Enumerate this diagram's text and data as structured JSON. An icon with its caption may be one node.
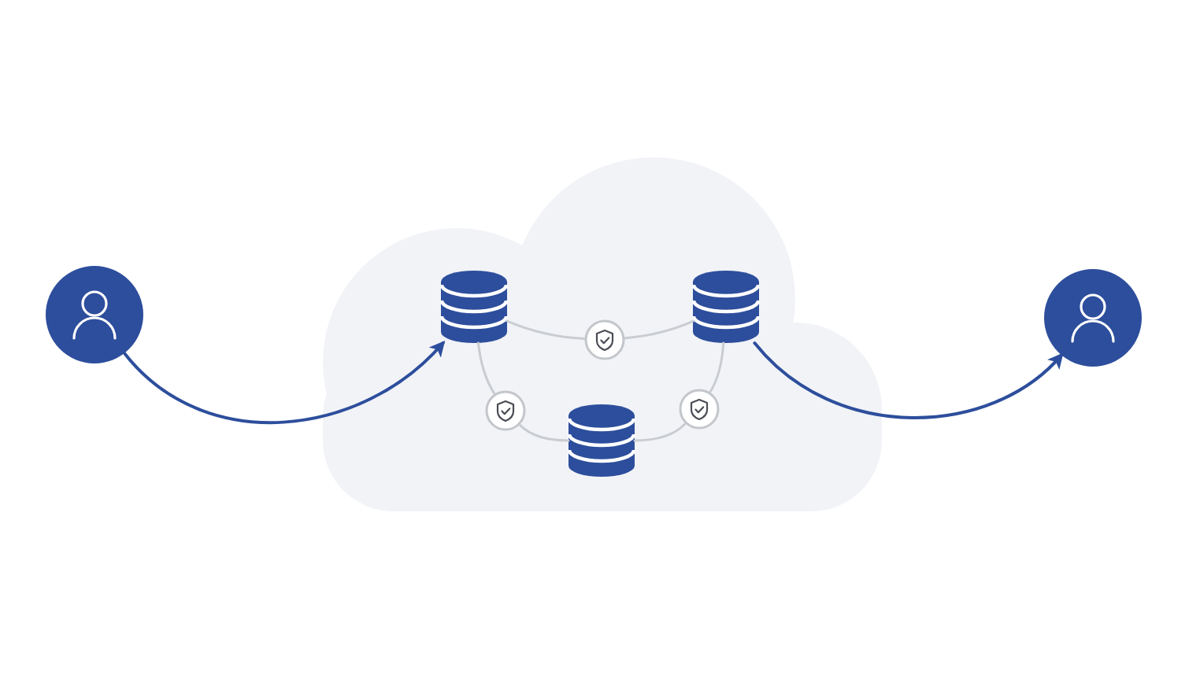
{
  "diagram": {
    "nodes": [
      {
        "text": [],
        "shape": "person"
      },
      {
        "text": [],
        "shape": "cloud"
      },
      {
        "text": [],
        "shape": "cylinder",
        "in": 1
      },
      {
        "text": [],
        "shape": "cylinder",
        "in": 1
      },
      {
        "text": [],
        "shape": "circle",
        "in": 1
      },
      {
        "text": [],
        "shape": "circle",
        "in": 1
      },
      {
        "text": [],
        "shape": "cylinder",
        "in": 1
      },
      {
        "text": [],
        "shape": "circle",
        "in": 1
      },
      {
        "text": [],
        "shape": "person"
      }
    ],
    "edges": [
      {
        "from": 0,
        "to": 2,
        "arrow": "to",
        "color": "#2d4e9c"
      },
      {
        "from": 2,
        "to": 4,
        "arrow": "none"
      },
      {
        "from": 4,
        "to": 3,
        "arrow": "none"
      },
      {
        "from": 2,
        "to": 5,
        "arrow": "none"
      },
      {
        "from": 5,
        "to": 6,
        "arrow": "none"
      },
      {
        "from": 3,
        "to": 7,
        "arrow": "none"
      },
      {
        "from": 7,
        "to": 6,
        "arrow": "none"
      },
      {
        "from": 3,
        "to": 8,
        "arrow": "to",
        "color": "#2d4e9c"
      }
    ]
  }
}
